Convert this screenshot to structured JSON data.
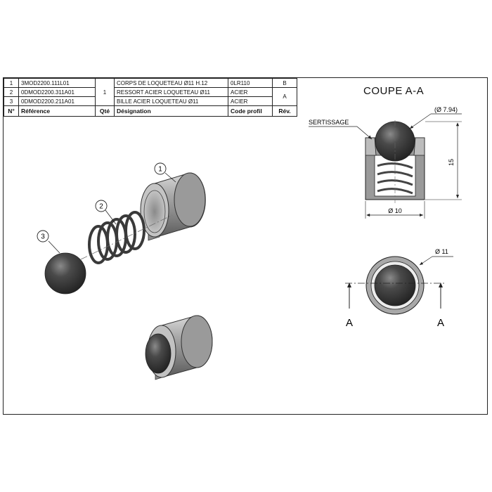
{
  "bom": {
    "headers": {
      "no": "N°",
      "reference": "Référence",
      "qty": "Qté",
      "designation": "Désignation",
      "profile": "Code profil",
      "rev": "Rév."
    },
    "qty_shared": "1",
    "rows": [
      {
        "no": "1",
        "reference": "3MOD2200.111L01",
        "designation": "CORPS DE LOQUETEAU Ø11 H.12",
        "profile": "0LR110"
      },
      {
        "no": "2",
        "reference": "0DMOD2200.311A01",
        "designation": "RESSORT  ACIER LOQUETEAU Ø11",
        "profile": "ACIER"
      },
      {
        "no": "3",
        "reference": "0DMOD2200.211A01",
        "designation": "BILLE ACIER LOQUETEAU Ø11",
        "profile": "ACIER"
      }
    ],
    "rev_row1": "B",
    "rev_rows23": "A"
  },
  "section": {
    "title": "COUPE A-A",
    "crimp_label": "SERTISSAGE",
    "ball_dim": "(Ø 7.94)",
    "height_dim": "15",
    "base_dim": "Ø 10",
    "outer_dim": "Ø 11",
    "cut_label": "A"
  },
  "balloons": [
    "1",
    "2",
    "3"
  ],
  "colors": {
    "line": "#222222",
    "body_grey": "#9a9a9a",
    "ball_dark": "#3c3c3c",
    "spring": "#4a4a4a"
  }
}
